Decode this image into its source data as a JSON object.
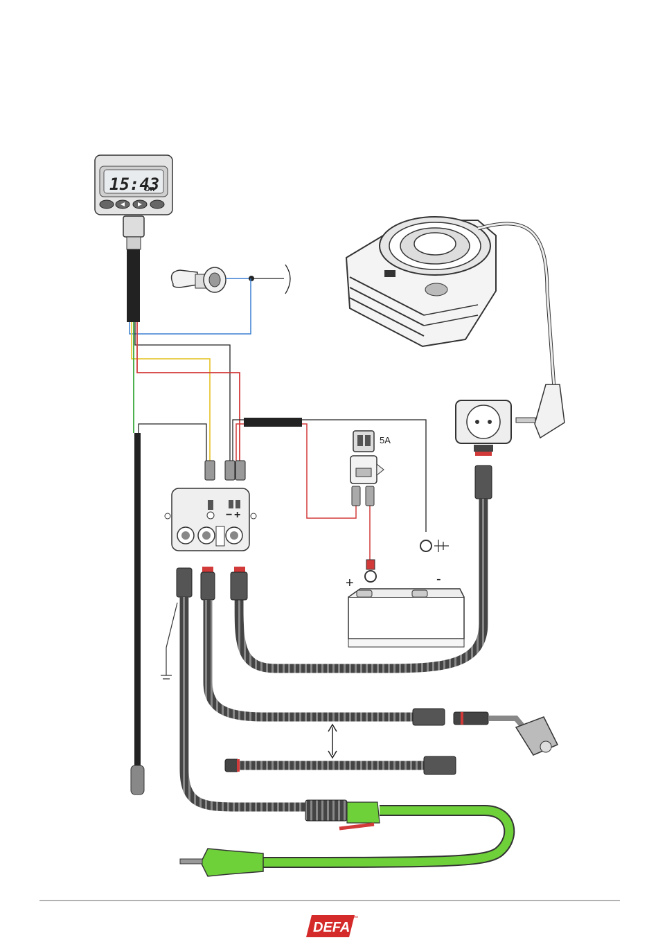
{
  "timer": {
    "time": "15:43",
    "state": "On"
  },
  "fuse": {
    "rating": "5A"
  },
  "battery": {
    "plus": "+",
    "minus": "-"
  },
  "control_unit": {
    "terminal_minus": "−",
    "terminal_plus": "+"
  },
  "footer": {
    "logo": "DEFA",
    "logo_tm": "™"
  },
  "colors": {
    "wire_blue": "#3a7fd0",
    "wire_yellow": "#e8c93a",
    "wire_red": "#d23a3a",
    "wire_green": "#3aa83a",
    "cable_green": "#6fd13a",
    "logo_red": "#d42a2a"
  }
}
